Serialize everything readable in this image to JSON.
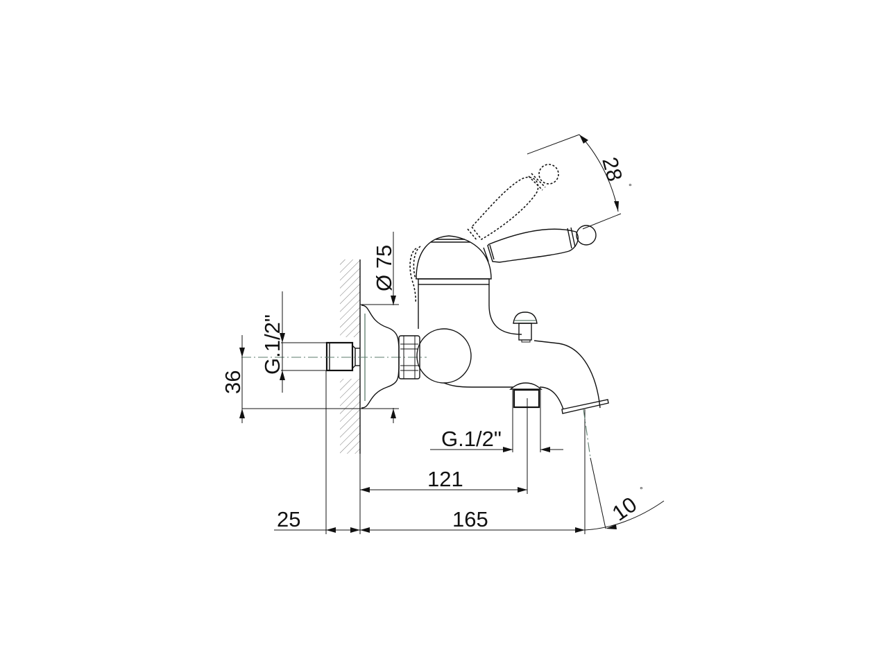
{
  "drawing": {
    "title": "Bath mixer technical drawing (side view)",
    "units": "mm",
    "colors": {
      "line": "#111111",
      "centerline": "#5a7a6a",
      "background": "#ffffff"
    }
  },
  "dimensions": {
    "handle_angle": {
      "value": "28",
      "unit_symbol": "°"
    },
    "escutcheon_diameter": {
      "value": "Ø 75"
    },
    "inlet_thread": {
      "value": "G.1/2\""
    },
    "inlet_height": {
      "value": "36"
    },
    "outlet_thread": {
      "value": "G.1/2\""
    },
    "outlet_distance": {
      "value": "121"
    },
    "wall_offset": {
      "value": "25"
    },
    "spout_projection": {
      "value": "165"
    },
    "spout_angle": {
      "value": "10",
      "unit_symbol": "°"
    }
  }
}
